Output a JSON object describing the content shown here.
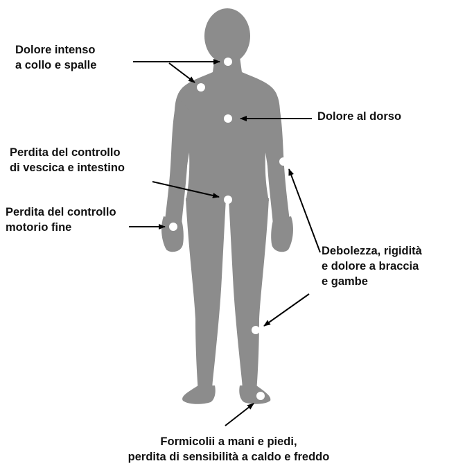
{
  "labels": {
    "neck_shoulders": [
      "Dolore intenso",
      "a collo e spalle"
    ],
    "back": [
      "Dolore al dorso"
    ],
    "bladder_bowel": [
      "Perdita del controllo",
      "di vescica e intestino"
    ],
    "fine_motor": [
      "Perdita del controllo",
      "motorio fine"
    ],
    "weakness": [
      "Debolezza, rigidità",
      "e dolore a braccia",
      "e gambe"
    ],
    "tingling": [
      "Formicolii a mani e piedi,",
      "perdita di sensibilità a caldo e freddo"
    ]
  },
  "colors": {
    "silhouette": "#8c8c8c",
    "marker": "#ffffff",
    "text": "#111111",
    "arrow": "#000000"
  }
}
